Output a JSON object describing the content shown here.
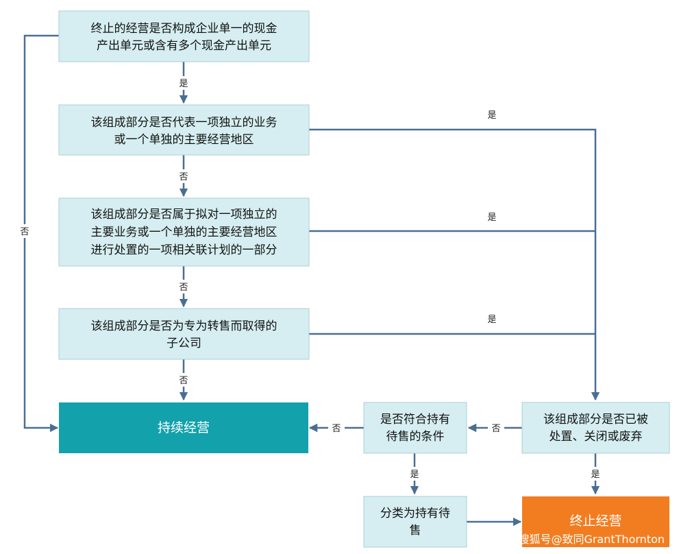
{
  "nodes": {
    "q1": [
      "终止的经营是否构成企业单一的现金",
      "产出单元或含有多个现金产出单元"
    ],
    "q2": [
      "该组成部分是否代表一项独立的业务",
      "或一个单独的主要经营地区"
    ],
    "q3": [
      "该组成部分是否属于拟对一项独立的",
      "主要业务或一个单独的主要经营地区",
      "进行处置的一项相关联计划的一部分"
    ],
    "q4": [
      "该组成部分是否为专为转售而取得的",
      "子公司"
    ],
    "continuing": "持续经营",
    "q_held": [
      "是否符合持有",
      "待售的条件"
    ],
    "q_disposed": [
      "该组成部分是否已被",
      "处置、关闭或废弃"
    ],
    "classified": [
      "分类为持有待",
      "售"
    ],
    "discontinued": "终止经营"
  },
  "edge_labels": {
    "yes": "是",
    "no": "否"
  },
  "watermark": "搜狐号@致同GrantThornton",
  "colors": {
    "box_fill": "#d6eef1",
    "continuing_fill": "#13a1ac",
    "discontinued_fill": "#f27d20",
    "connector": "#4a6e92"
  }
}
